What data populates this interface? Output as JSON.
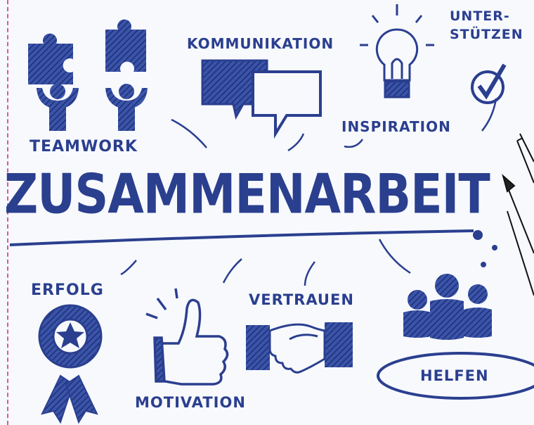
{
  "title": "ZUSAMMENARBEIT",
  "labels": {
    "kommunikation": "KOMMUNIKATION",
    "unterstuetzen_line1": "UNTER-",
    "unterstuetzen_line2": "STÜTZEN",
    "teamwork": "TEAMWORK",
    "inspiration": "INSPIRATION",
    "erfolg": "ERFOLG",
    "vertrauen": "VERTRAUEN",
    "motivation": "MOTIVATION",
    "helfen": "HELFEN"
  },
  "colors": {
    "ink": "#2b3f8f",
    "background": "#f7f9fd",
    "margin_line": "#e0559a"
  },
  "icons": [
    "puzzle-person-icon",
    "speech-bubbles-icon",
    "light-bulb-icon",
    "checkmark-icon",
    "medal-icon",
    "thumbs-up-icon",
    "handshake-icon",
    "group-icon",
    "pencils-icon"
  ]
}
